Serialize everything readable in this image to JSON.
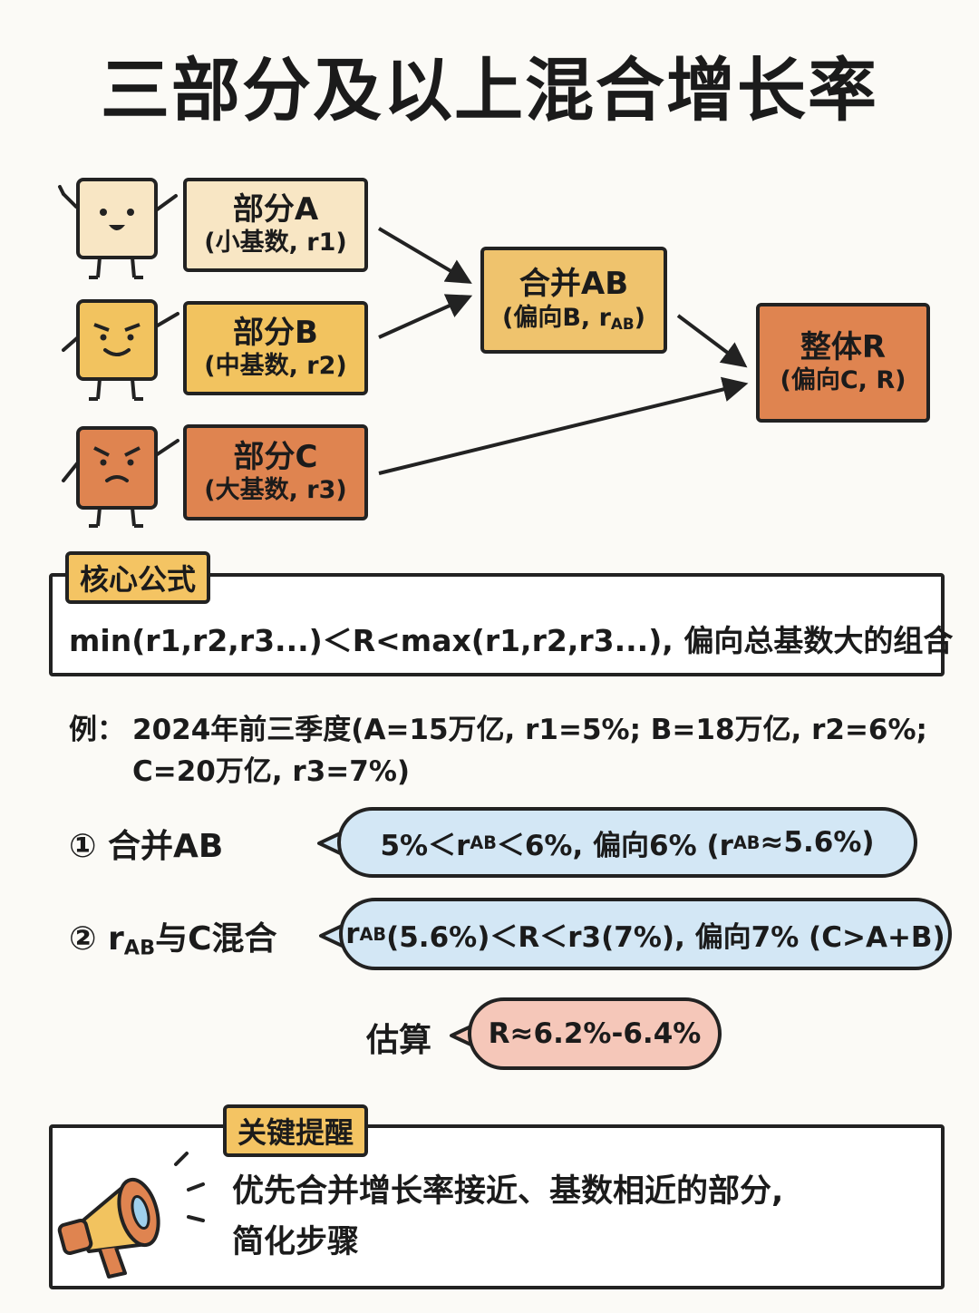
{
  "title": "三部分及以上混合增长率",
  "nodes": {
    "a": {
      "label": "部分A",
      "detail": "(小基数, r1)"
    },
    "b": {
      "label": "部分B",
      "detail": "(中基数, r2)"
    },
    "c": {
      "label": "部分C",
      "detail": "(大基数, r3)"
    },
    "ab": {
      "label": "合并AB",
      "detail_pre": "(偏向B, r",
      "detail_sub": "AB",
      "detail_post": ")"
    },
    "r": {
      "label": "整体R",
      "detail": "(偏向C, R)"
    }
  },
  "formula": {
    "tag": "核心公式",
    "text": "min(r1,r2,r3...)＜R<max(r1,r2,r3...), 偏向总基数大的组合"
  },
  "example": {
    "prefix": "例：",
    "line1": "2024年前三季度(A=15万亿, r1=5%; B=18万亿, r2=6%;",
    "line2": "C=20万亿, r3=7%)"
  },
  "steps": [
    {
      "label": "① 合并AB",
      "bubble_a": "5%＜r",
      "bubble_sub1": "AB",
      "bubble_b": "＜6%, 偏向6% (r",
      "bubble_sub2": "AB",
      "bubble_c": "≈5.6%)"
    },
    {
      "label_num": "②",
      "label_r": "r",
      "label_sub": "AB",
      "label_rest": "与C混合",
      "bubble_a": "r",
      "bubble_sub1": "AB",
      "bubble_b": "(5.6%)＜R＜r3(7%), 偏向7% (C>A+B)"
    }
  ],
  "estimate": {
    "label": "估算",
    "value": "R≈6.2%-6.4%"
  },
  "tip": {
    "tag": "关键提醒",
    "line1": "优先合并增长率接近、基数相近的部分,",
    "line2": "简化步骤"
  },
  "colors": {
    "a": "#f8e6c4",
    "b": "#f2c35f",
    "c": "#df8450",
    "ab": "#efc36d",
    "r": "#df8450",
    "blue": "#d3e7f5",
    "pink": "#f5c7b9"
  }
}
